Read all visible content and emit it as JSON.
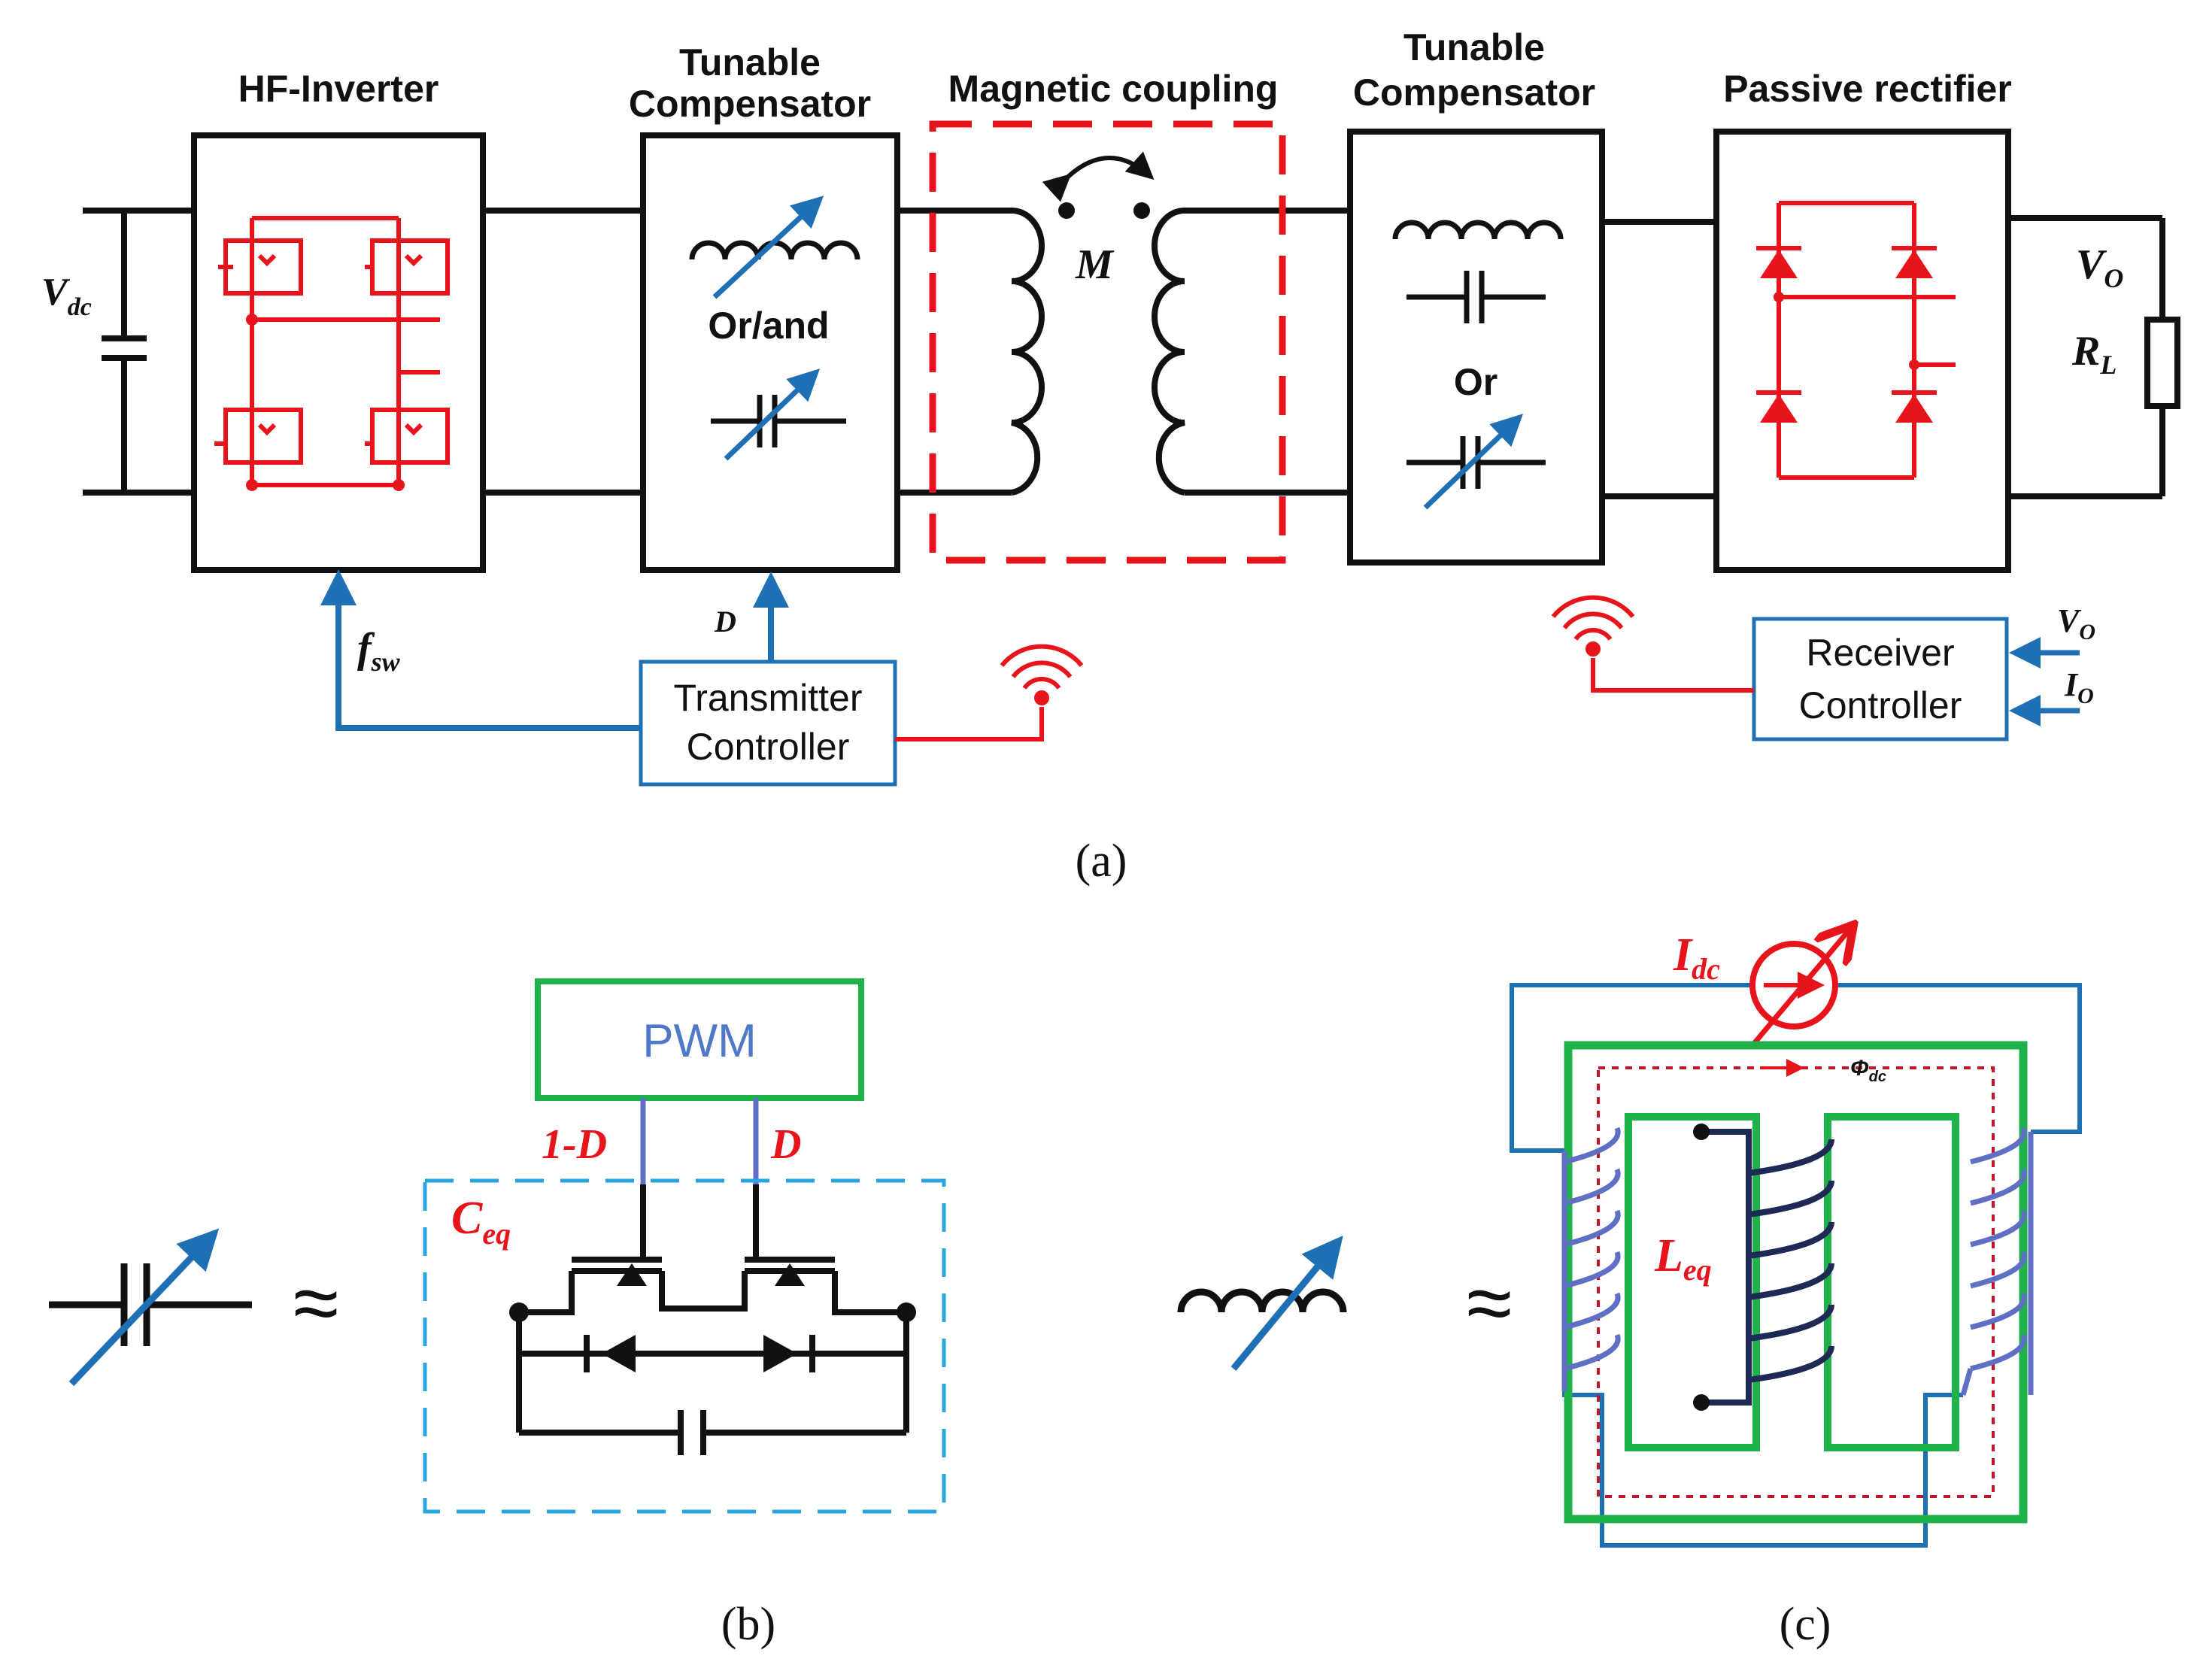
{
  "colors": {
    "black": "#111111",
    "red": "#e8141c",
    "blue": "#1f6fb5",
    "light_blue": "#29a6e0",
    "green": "#1fb24a",
    "purple_blue": "#5f6fc4",
    "navy": "#1e2a55",
    "pwm_text": "#4f78c8"
  },
  "icons": [
    "capacitor-symbol",
    "inductor-symbol",
    "variable-arrow-icon",
    "mosfet-icon",
    "diode-icon",
    "wireless-signal-icon",
    "current-source-icon"
  ],
  "panel_a": {
    "blocks": {
      "hf_inverter": "HF-Inverter",
      "tunable_comp_tx_line1": "Tunable",
      "tunable_comp_tx_line2": "Compensator",
      "magnetic_coupling": "Magnetic coupling",
      "tunable_comp_rx_line1": "Tunable",
      "tunable_comp_rx_line2": "Compensator",
      "passive_rectifier": "Passive rectifier"
    },
    "or_and": "Or/and",
    "or": "Or",
    "mutual": "M",
    "vdc_main": "V",
    "vdc_sub": "dc",
    "vo_main": "V",
    "vo_sub": "O",
    "rl_main": "R",
    "rl_sub": "L",
    "fsw_main": "f",
    "fsw_sub": "sw",
    "duty": "D",
    "tx_controller_line1": "Transmitter",
    "tx_controller_line2": "Controller",
    "rx_controller_line1": "Receiver",
    "rx_controller_line2": "Controller",
    "rx_in_vo_main": "V",
    "rx_in_vo_sub": "O",
    "rx_in_io_main": "I",
    "rx_in_io_sub": "O",
    "caption": "(a)"
  },
  "panel_b": {
    "approx": "≈",
    "pwm": "PWM",
    "one_minus_d": "1-D",
    "d": "D",
    "ceq_main": "C",
    "ceq_sub": "eq",
    "caption": "(b)"
  },
  "panel_c": {
    "approx": "≈",
    "idc_main": "I",
    "idc_sub": "dc",
    "phi_main": "Φ",
    "phi_sub": "dc",
    "leq_main": "L",
    "leq_sub": "eq",
    "caption": "(c)"
  }
}
